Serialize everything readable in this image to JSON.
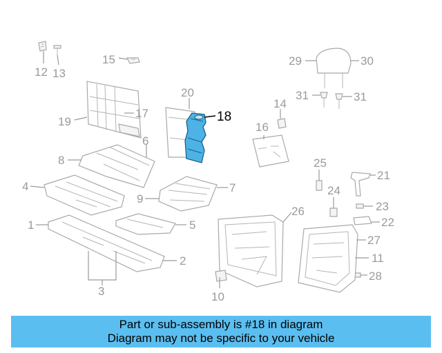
{
  "highlight_color": "#4db3e6",
  "callouts": {
    "c1": "1",
    "c2": "2",
    "c3": "3",
    "c4": "4",
    "c5": "5",
    "c6": "6",
    "c7": "7",
    "c8": "8",
    "c9": "9",
    "c10": "10",
    "c11": "11",
    "c12": "12",
    "c13": "13",
    "c14": "14",
    "c15": "15",
    "c16": "16",
    "c17": "17",
    "c18": "18",
    "c19": "19",
    "c20": "20",
    "c21": "21",
    "c22": "22",
    "c23": "23",
    "c24": "24",
    "c25": "25",
    "c26": "26",
    "c27": "27",
    "c28": "28",
    "c29": "29",
    "c30": "30",
    "c31a": "31",
    "c31b": "31"
  },
  "banner": {
    "line1": "Part or sub-assembly is #18 in diagram",
    "line2": "Diagram may not be specific to your vehicle",
    "background": "#5bbef0"
  }
}
